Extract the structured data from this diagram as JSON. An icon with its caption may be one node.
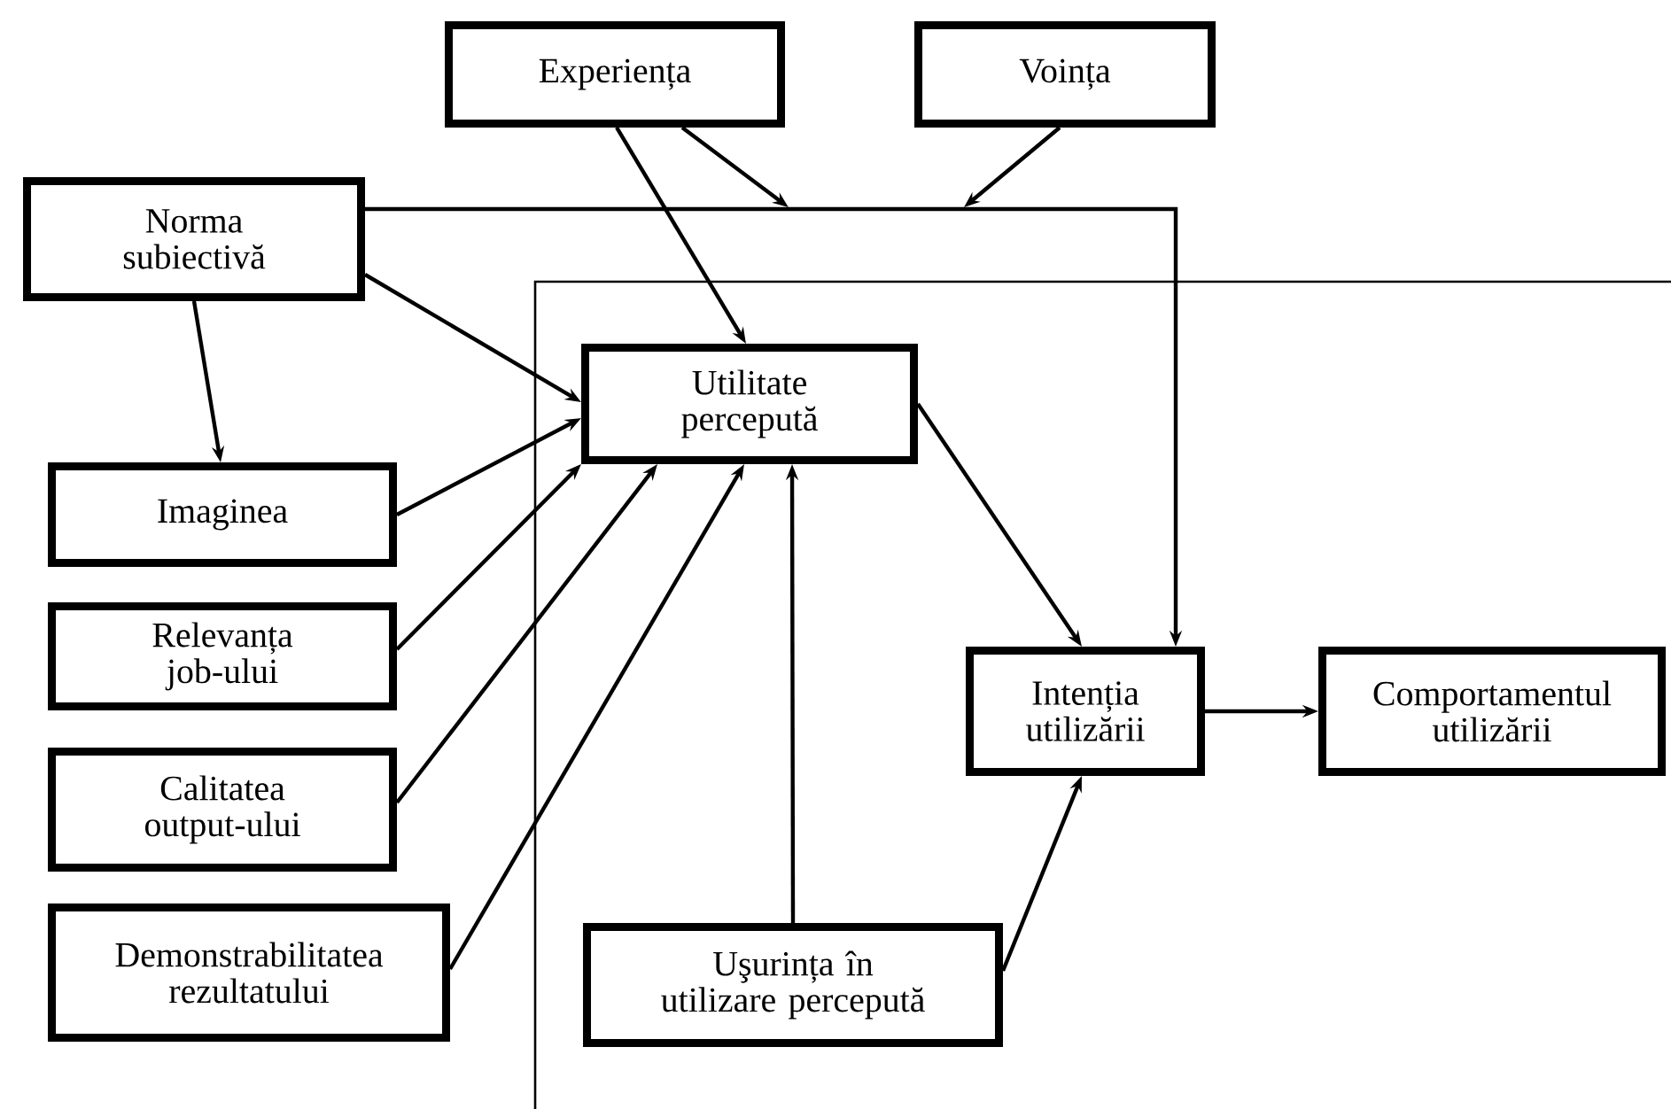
{
  "diagram": {
    "nodes": [
      {
        "text": [
          "Experiența"
        ]
      },
      {
        "text": [
          "Voința"
        ]
      },
      {
        "text": [
          "Norma subiectivă"
        ]
      },
      {
        "text": [
          "Utilitate percepută"
        ]
      },
      {
        "text": [
          "Imaginea"
        ]
      },
      {
        "text": [
          "Relevanța job-ului"
        ]
      },
      {
        "text": [
          "Calitatea output-ului"
        ]
      },
      {
        "text": [
          "Demonstrabilitatea rezultatului"
        ]
      },
      {
        "text": [
          "Uşurința în utilizare percepută"
        ]
      },
      {
        "text": [
          "Intenția utilizării"
        ]
      },
      {
        "text": [
          "Comportamentul utilizării"
        ]
      }
    ],
    "edges": [
      {
        "from": 0,
        "to": 3,
        "arrow": "to"
      },
      {
        "from": 0,
        "to": null,
        "arrow": "to"
      },
      {
        "from": 1,
        "to": null,
        "arrow": "to"
      },
      {
        "from": 2,
        "to": 3,
        "arrow": "to"
      },
      {
        "from": 2,
        "to": 9,
        "arrow": "to"
      },
      {
        "from": 2,
        "to": 4,
        "arrow": "to"
      },
      {
        "from": 4,
        "to": 3,
        "arrow": "to"
      },
      {
        "from": 5,
        "to": 3,
        "arrow": "to"
      },
      {
        "from": 6,
        "to": 3,
        "arrow": "to"
      },
      {
        "from": 7,
        "to": 3,
        "arrow": "to"
      },
      {
        "from": 8,
        "to": 3,
        "arrow": "to"
      },
      {
        "from": 8,
        "to": 9,
        "arrow": "to"
      },
      {
        "from": 3,
        "to": 9,
        "arrow": "to"
      },
      {
        "from": 9,
        "to": 10,
        "arrow": "to"
      }
    ]
  }
}
